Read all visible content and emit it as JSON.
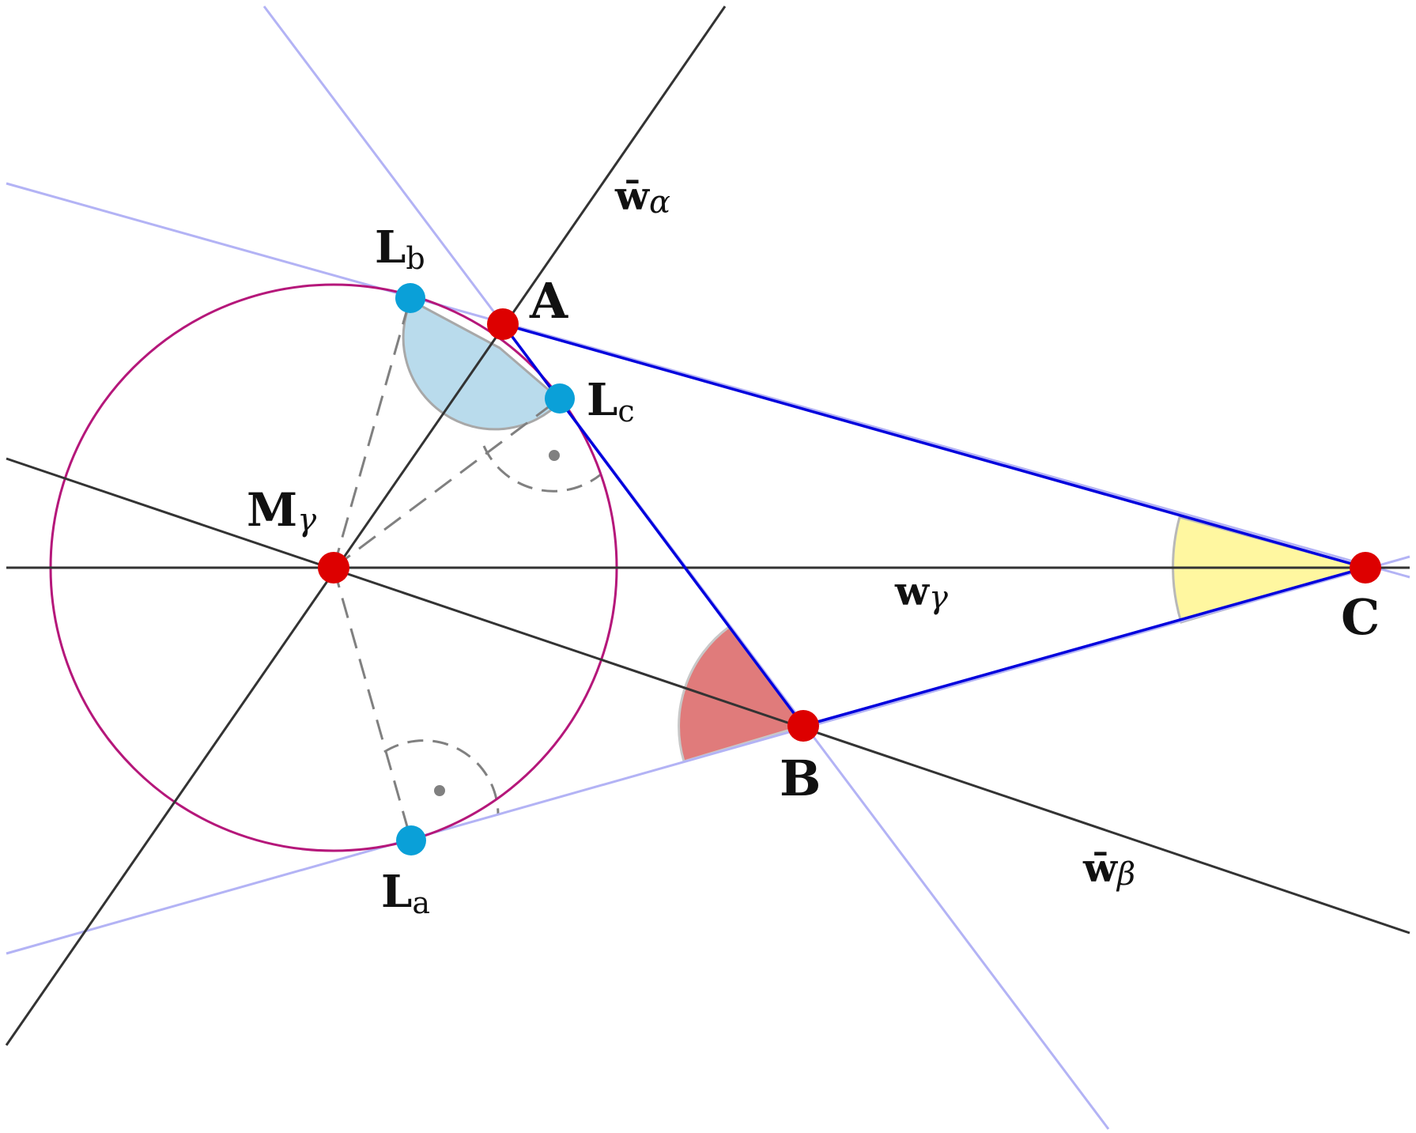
{
  "colors": {
    "vertex": "#dd0000",
    "tangent_point": "#0aa0d8",
    "triangle": "#0000dd",
    "bisector": "#333333",
    "extension": "#b3b3f5",
    "excircle": "#b5177a",
    "angle_alpha_fill": "#b9dbec",
    "angle_beta_fill": "#e07b7b",
    "angle_gamma_fill": "#fff7a0",
    "construction": "#808080"
  },
  "points": {
    "A": {
      "label": "A"
    },
    "B": {
      "label": "B"
    },
    "C": {
      "label": "C"
    },
    "M": {
      "label": "M",
      "sub": "γ"
    },
    "La": {
      "label": "L",
      "sub": "a"
    },
    "Lb": {
      "label": "L",
      "sub": "b"
    },
    "Lc": {
      "label": "L",
      "sub": "c"
    }
  },
  "lines": {
    "w_alpha": {
      "label": "w̄",
      "sub": "α"
    },
    "w_beta": {
      "label": "w̄",
      "sub": "β"
    },
    "w_gamma": {
      "label": "w",
      "sub": "γ"
    }
  }
}
